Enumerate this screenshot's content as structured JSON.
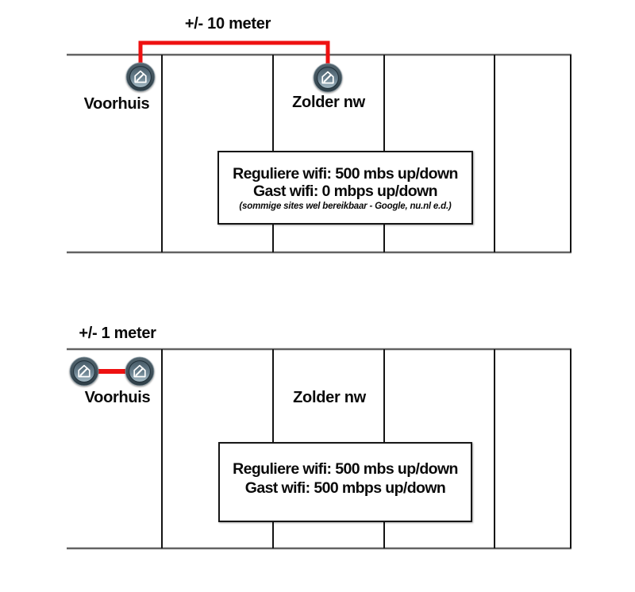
{
  "colors": {
    "red_link": "#ee1111",
    "wall_gray": "#636363",
    "divider_black": "#141414",
    "icon_ring": "#36474f",
    "icon_face_top": "#475a66",
    "icon_face_bottom": "#a7bcc6",
    "text": "#0a0a0a"
  },
  "top_diagram": {
    "distance_label": "+/- 10 meter",
    "nodes": [
      {
        "label": "Voorhuis"
      },
      {
        "label": "Zolder nw"
      }
    ],
    "info_box": {
      "line1": "Reguliere wifi: 500 mbs up/down",
      "line2": "Gast wifi: 0 mbps up/down",
      "line3": "(sommige sites wel bereikbaar - Google, nu.nl e.d.)"
    }
  },
  "bottom_diagram": {
    "distance_label": "+/- 1 meter",
    "nodes": [
      {
        "label": "Voorhuis"
      },
      {
        "label": "Zolder nw"
      }
    ],
    "info_box": {
      "line1": "Reguliere wifi: 500 mbs up/down",
      "line2": "Gast wifi: 500 mbps up/down"
    }
  }
}
